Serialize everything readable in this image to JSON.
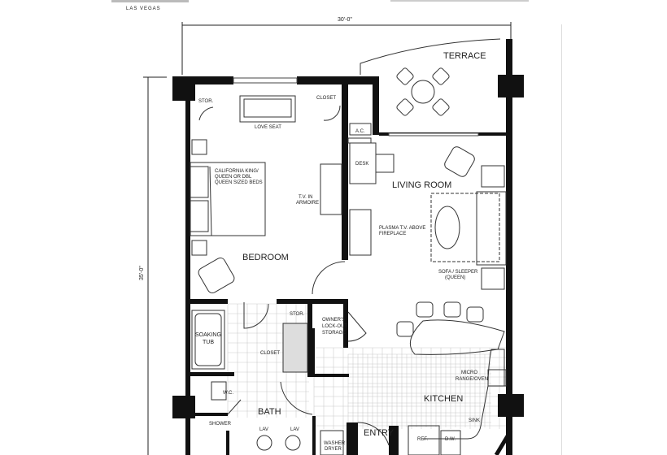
{
  "brand": {
    "city": "LAS VEGAS"
  },
  "dimensions": {
    "width": "30'-0\"",
    "depth": "35'-0\""
  },
  "rooms": {
    "terrace": "TERRACE",
    "living_room": "LIVING ROOM",
    "bedroom": "BEDROOM",
    "kitchen": "KITCHEN",
    "bath": "BATH",
    "entry": "ENTRY"
  },
  "fixtures": {
    "stor_top": "STOR.",
    "closet_top": "CLOSET",
    "love_seat": "LOVE SEAT",
    "ac": "A.C.",
    "desk": "DESK",
    "bed_1": "CALIFORNIA KING/",
    "bed_2": "QUEEN OR DBL",
    "bed_3": "QUEEN SIZED BEDS",
    "tv_1": "T.V. IN",
    "tv_2": "ARMOIRE",
    "plasma_1": "PLASMA T.V. ABOVE",
    "plasma_2": "FIREPLACE",
    "sofa_1": "SOFA / SLEEPER",
    "sofa_2": "(QUEEN)",
    "tub_1": "SOAKING",
    "tub_2": "TUB",
    "stor_bath": "STOR.",
    "closet_bath": "CLOSET",
    "owners_1": "OWNER'S",
    "owners_2": "LOCK-OUT",
    "owners_3": "STORAGE",
    "micro_1": "MICRO",
    "micro_2": "RANGE/OVEN",
    "wc": "W.C.",
    "shower": "SHOWER",
    "lav_1": "LAV",
    "lav_2": "LAV",
    "washer_1": "WASHER",
    "washer_2": "DRYER",
    "ref": "REF.",
    "dw": "D.W.",
    "sink": "SINK"
  }
}
